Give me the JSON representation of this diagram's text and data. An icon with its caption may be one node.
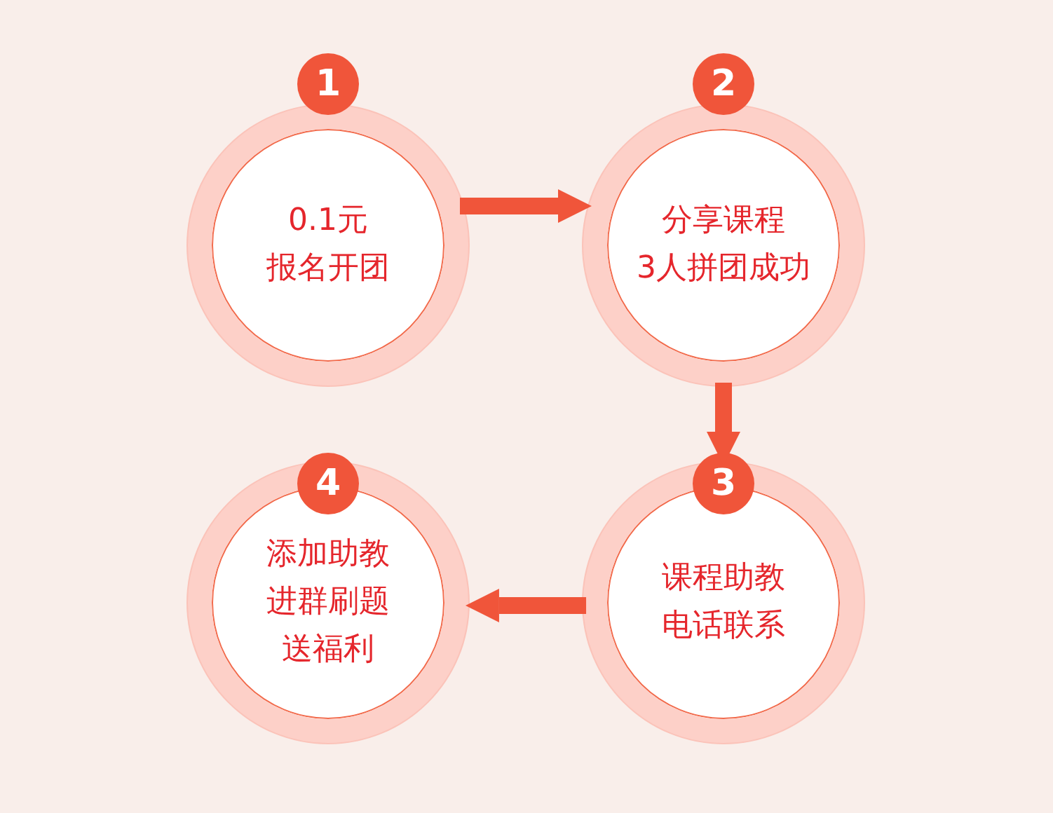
{
  "diagram": {
    "nodes": [
      {
        "text": [
          "1"
        ]
      },
      {
        "text": [
          "0.1元报名开团"
        ]
      },
      {
        "text": [
          "2"
        ]
      },
      {
        "text": [
          "分享课程3人拼团成功"
        ]
      },
      {
        "text": [
          "3"
        ]
      },
      {
        "text": [
          "课程助教电话联系"
        ]
      },
      {
        "text": [
          "4"
        ]
      },
      {
        "text": [
          "添加助教进群刷题送福利"
        ]
      }
    ],
    "edges": [
      {
        "from": 1,
        "to": 3,
        "arrow": "to"
      },
      {
        "from": 3,
        "to": 5,
        "arrow": "to"
      },
      {
        "from": 5,
        "to": 7,
        "arrow": "to"
      }
    ]
  }
}
